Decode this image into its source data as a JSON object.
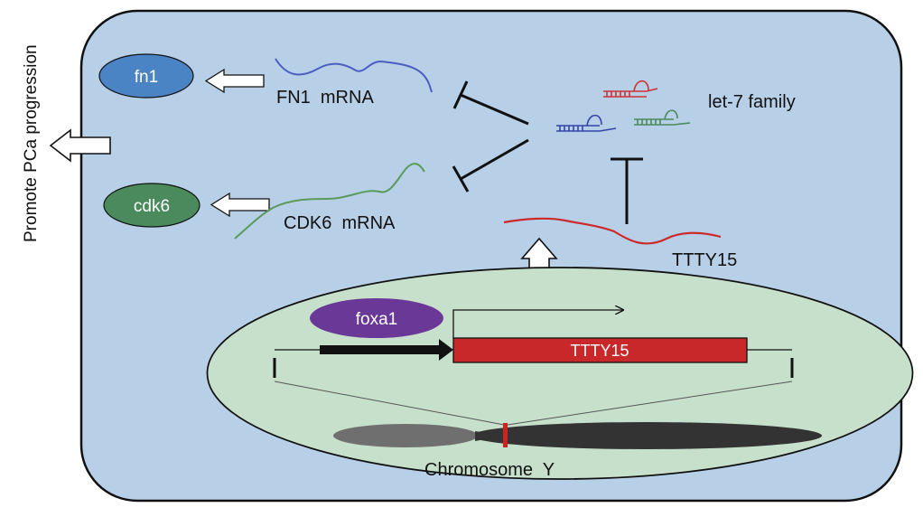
{
  "labels": {
    "side": "Promote PCa progression",
    "fn1": "fn1",
    "cdk6": "cdk6",
    "fn1_mrna": "FN1  mRNA",
    "cdk6_mrna": "CDK6  mRNA",
    "let7": "let-7 family",
    "ttty15_rna": "TTTY15",
    "foxa1": "foxa1",
    "ttty15_gene": "TTTY15",
    "chromosome": "Chromosome  Y"
  },
  "colors": {
    "cell_fill": "#b7cfe7",
    "nucleus_fill": "#c7e0cc",
    "fn1_oval": "#4a84c4",
    "cdk6_oval": "#4a8a5c",
    "foxa1_oval": "#6a3896",
    "fn1_mrna_line": "#4a5fc0",
    "cdk6_mrna_line": "#5a9a5a",
    "ttty15_rna_line": "#cc2a2a",
    "ttty15_gene_box": "#c8282a",
    "let7_red": "#cc3333",
    "let7_blue": "#3344aa",
    "let7_green": "#4a8a5a",
    "chromosome_short_arm": "#6f6f6f",
    "chromosome_long_arm": "#333333",
    "centromere_mark": "#cc2222"
  }
}
